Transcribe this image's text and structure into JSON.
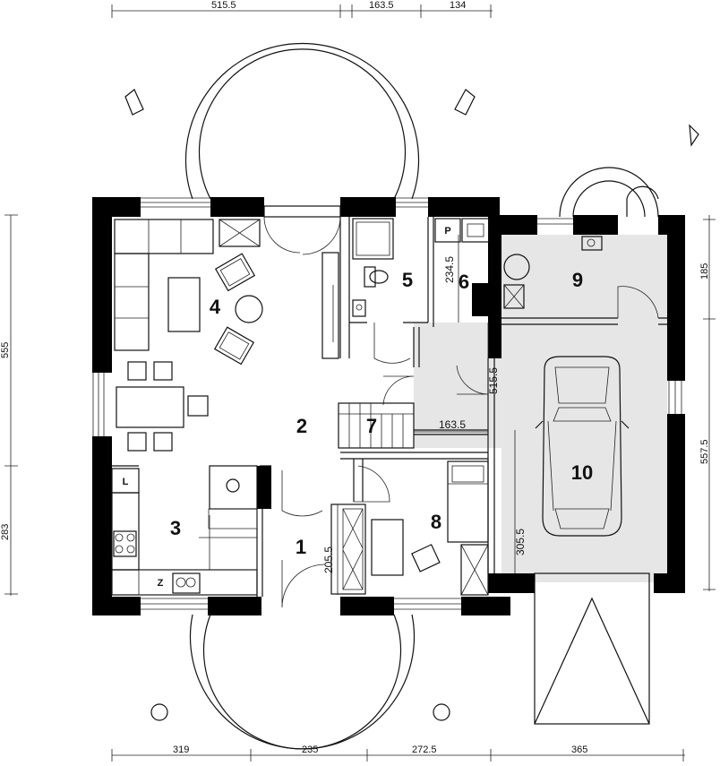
{
  "dimensions": {
    "top": [
      "515.5",
      "163.5",
      "134"
    ],
    "bottom": [
      "319",
      "235",
      "272.5",
      "365"
    ],
    "left": [
      "555",
      "283"
    ],
    "right": [
      "185",
      "557.5"
    ],
    "interior": {
      "d1": "234.5",
      "d2": "515.5",
      "d3": "163.5",
      "d4": "205.5",
      "d5": "305.5"
    }
  },
  "rooms": [
    {
      "number": "1"
    },
    {
      "number": "2"
    },
    {
      "number": "3"
    },
    {
      "number": "4"
    },
    {
      "number": "5"
    },
    {
      "number": "6"
    },
    {
      "number": "7"
    },
    {
      "number": "8"
    },
    {
      "number": "9"
    },
    {
      "number": "10"
    }
  ],
  "fixtures": {
    "boiler_label": "P",
    "fridge_label": "L",
    "sink_label": "Z"
  }
}
